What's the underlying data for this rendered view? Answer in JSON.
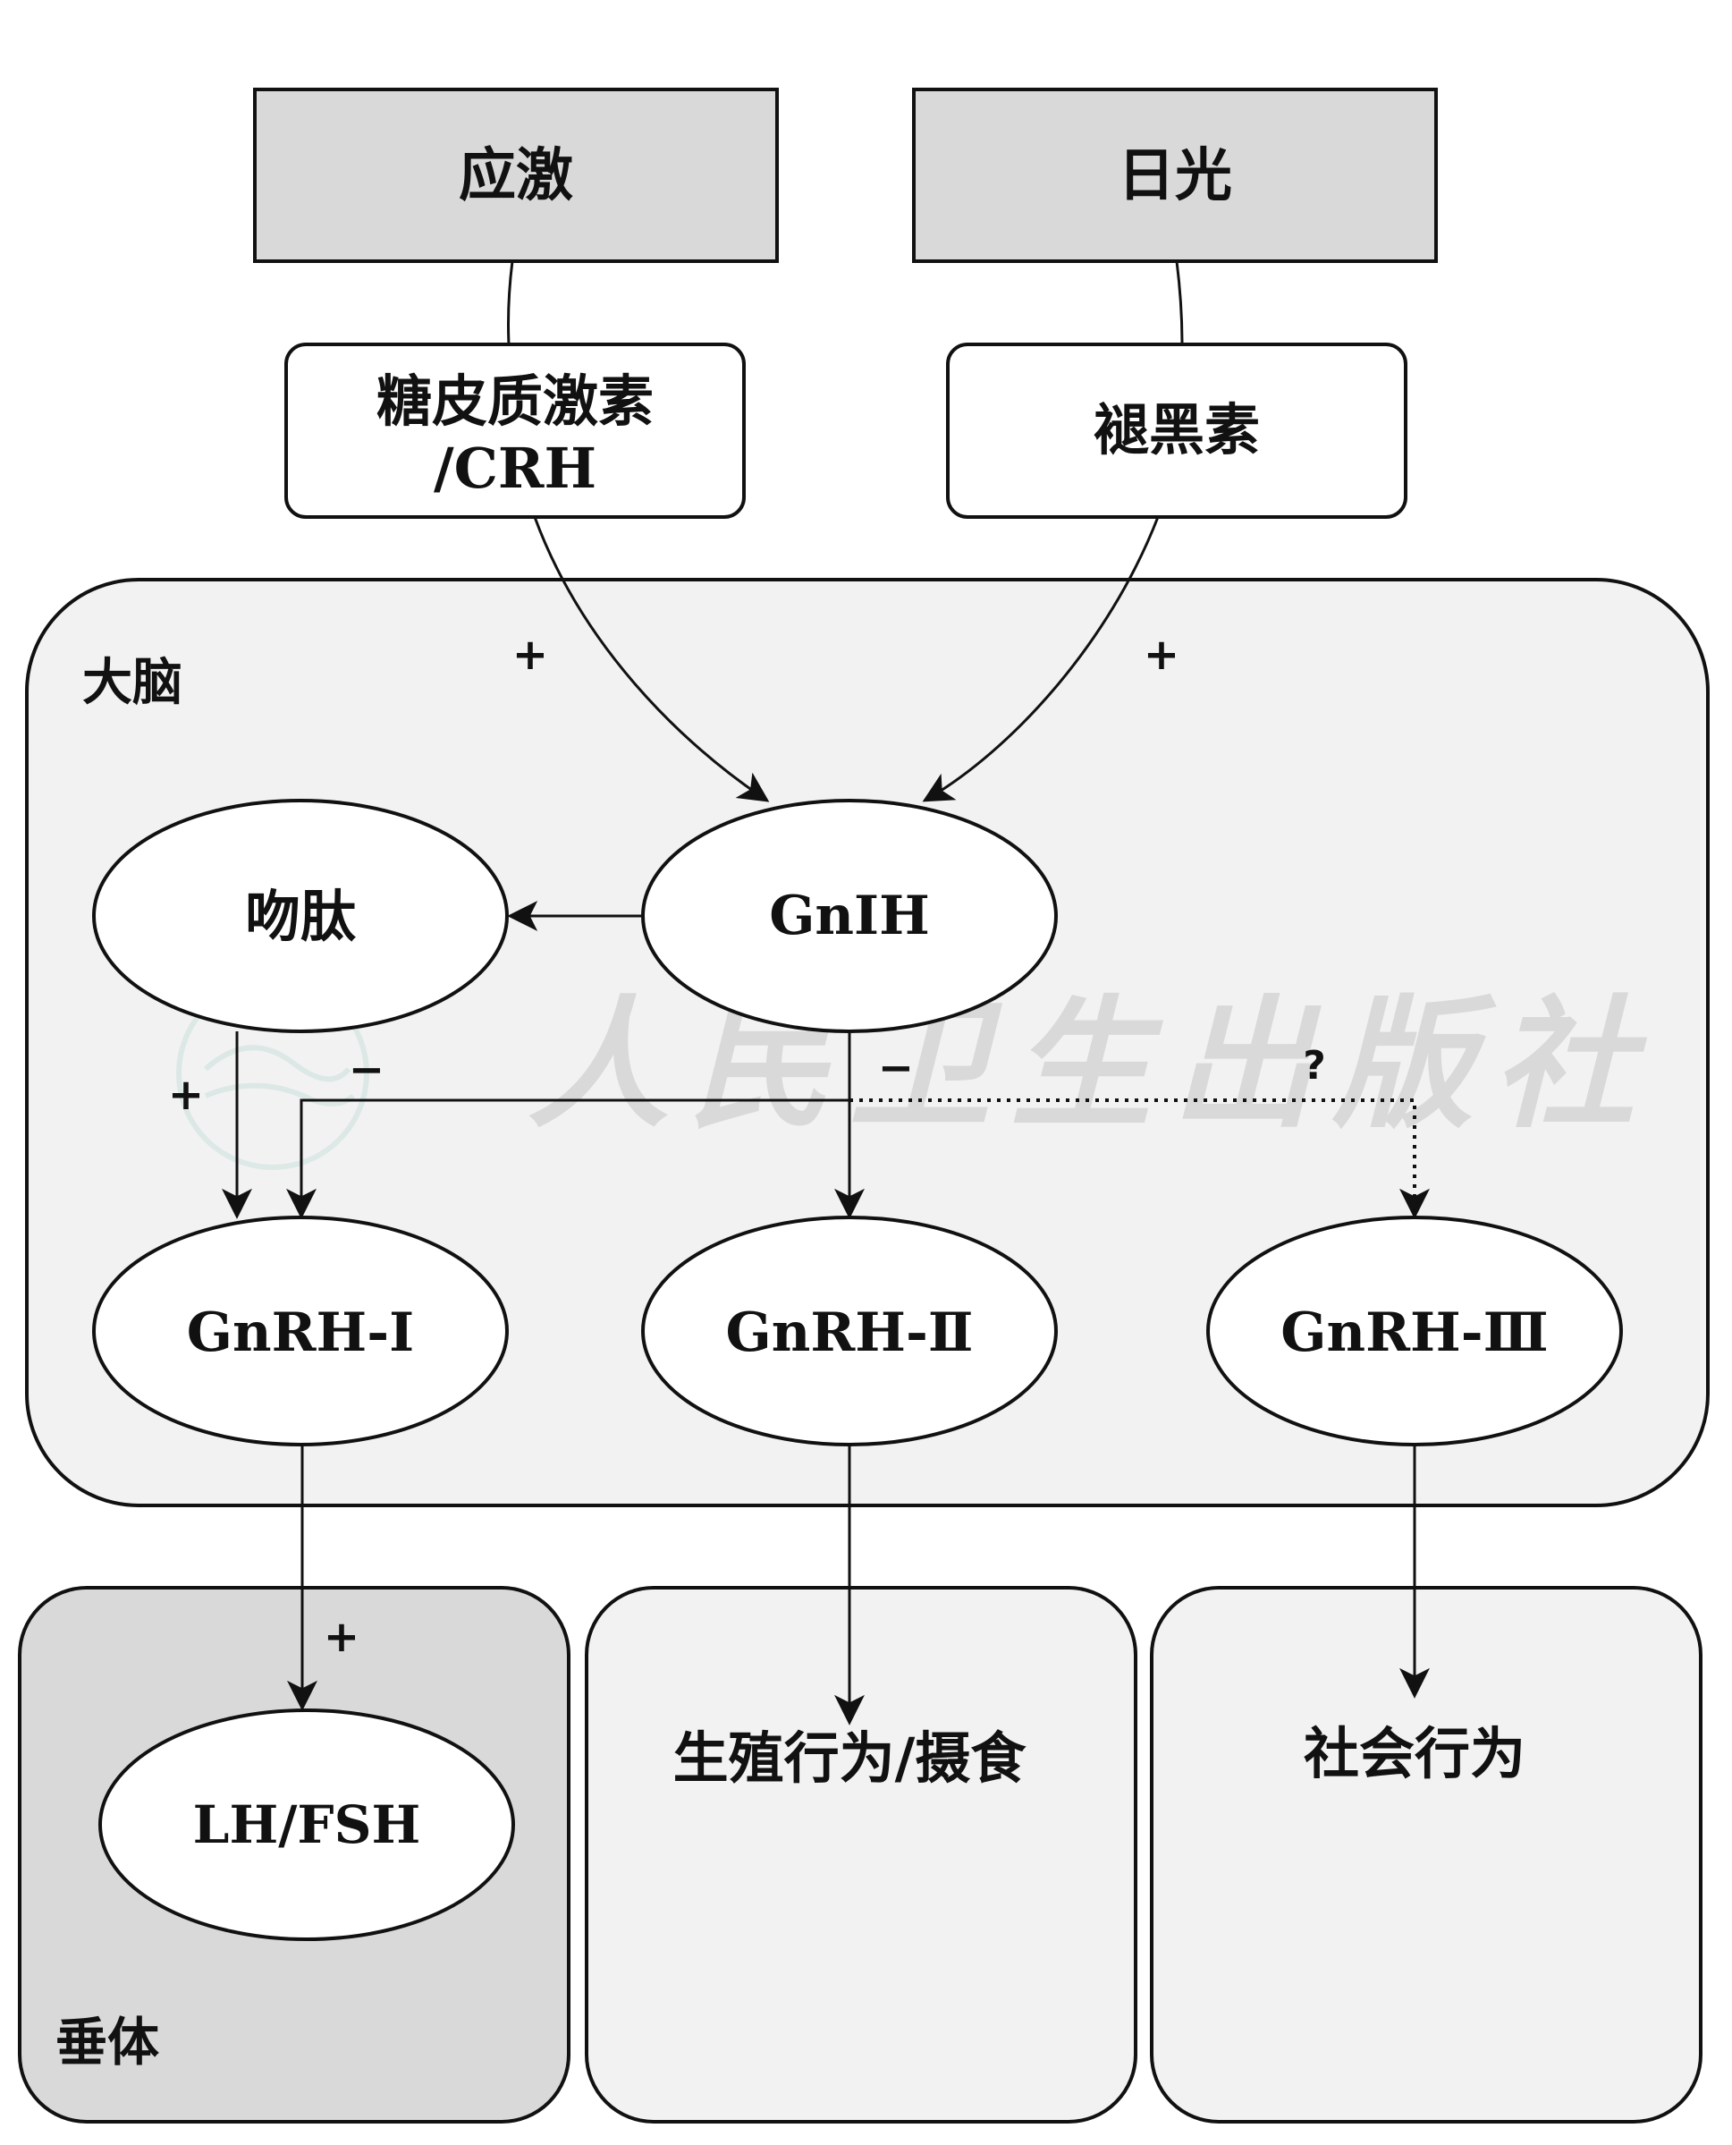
{
  "nodes": {
    "stress": "应激",
    "sunlight": "日光",
    "glucocorticoid": "糖皮质激素",
    "crh": "/CRH",
    "melatonin": "褪黑素",
    "brain": "大脑",
    "kisspeptin": "吻肽",
    "gnih": "GnIH",
    "gnrh1": "GnRH-Ⅰ",
    "gnrh2": "GnRH-Ⅱ",
    "gnrh3": "GnRH-Ⅲ",
    "lhfsh": "LH/FSH",
    "pituitary": "垂体",
    "reproductive": "生殖行为/摄食",
    "social": "社会行为"
  },
  "signs": {
    "plus": "+",
    "minus": "−",
    "question": "?"
  },
  "watermark": "人民卫生出版社",
  "colors": {
    "dark_box": "#d9d9d9",
    "light_panel": "#f2f2f2",
    "stroke": "#111111",
    "watermark": "#d9d9d9"
  }
}
